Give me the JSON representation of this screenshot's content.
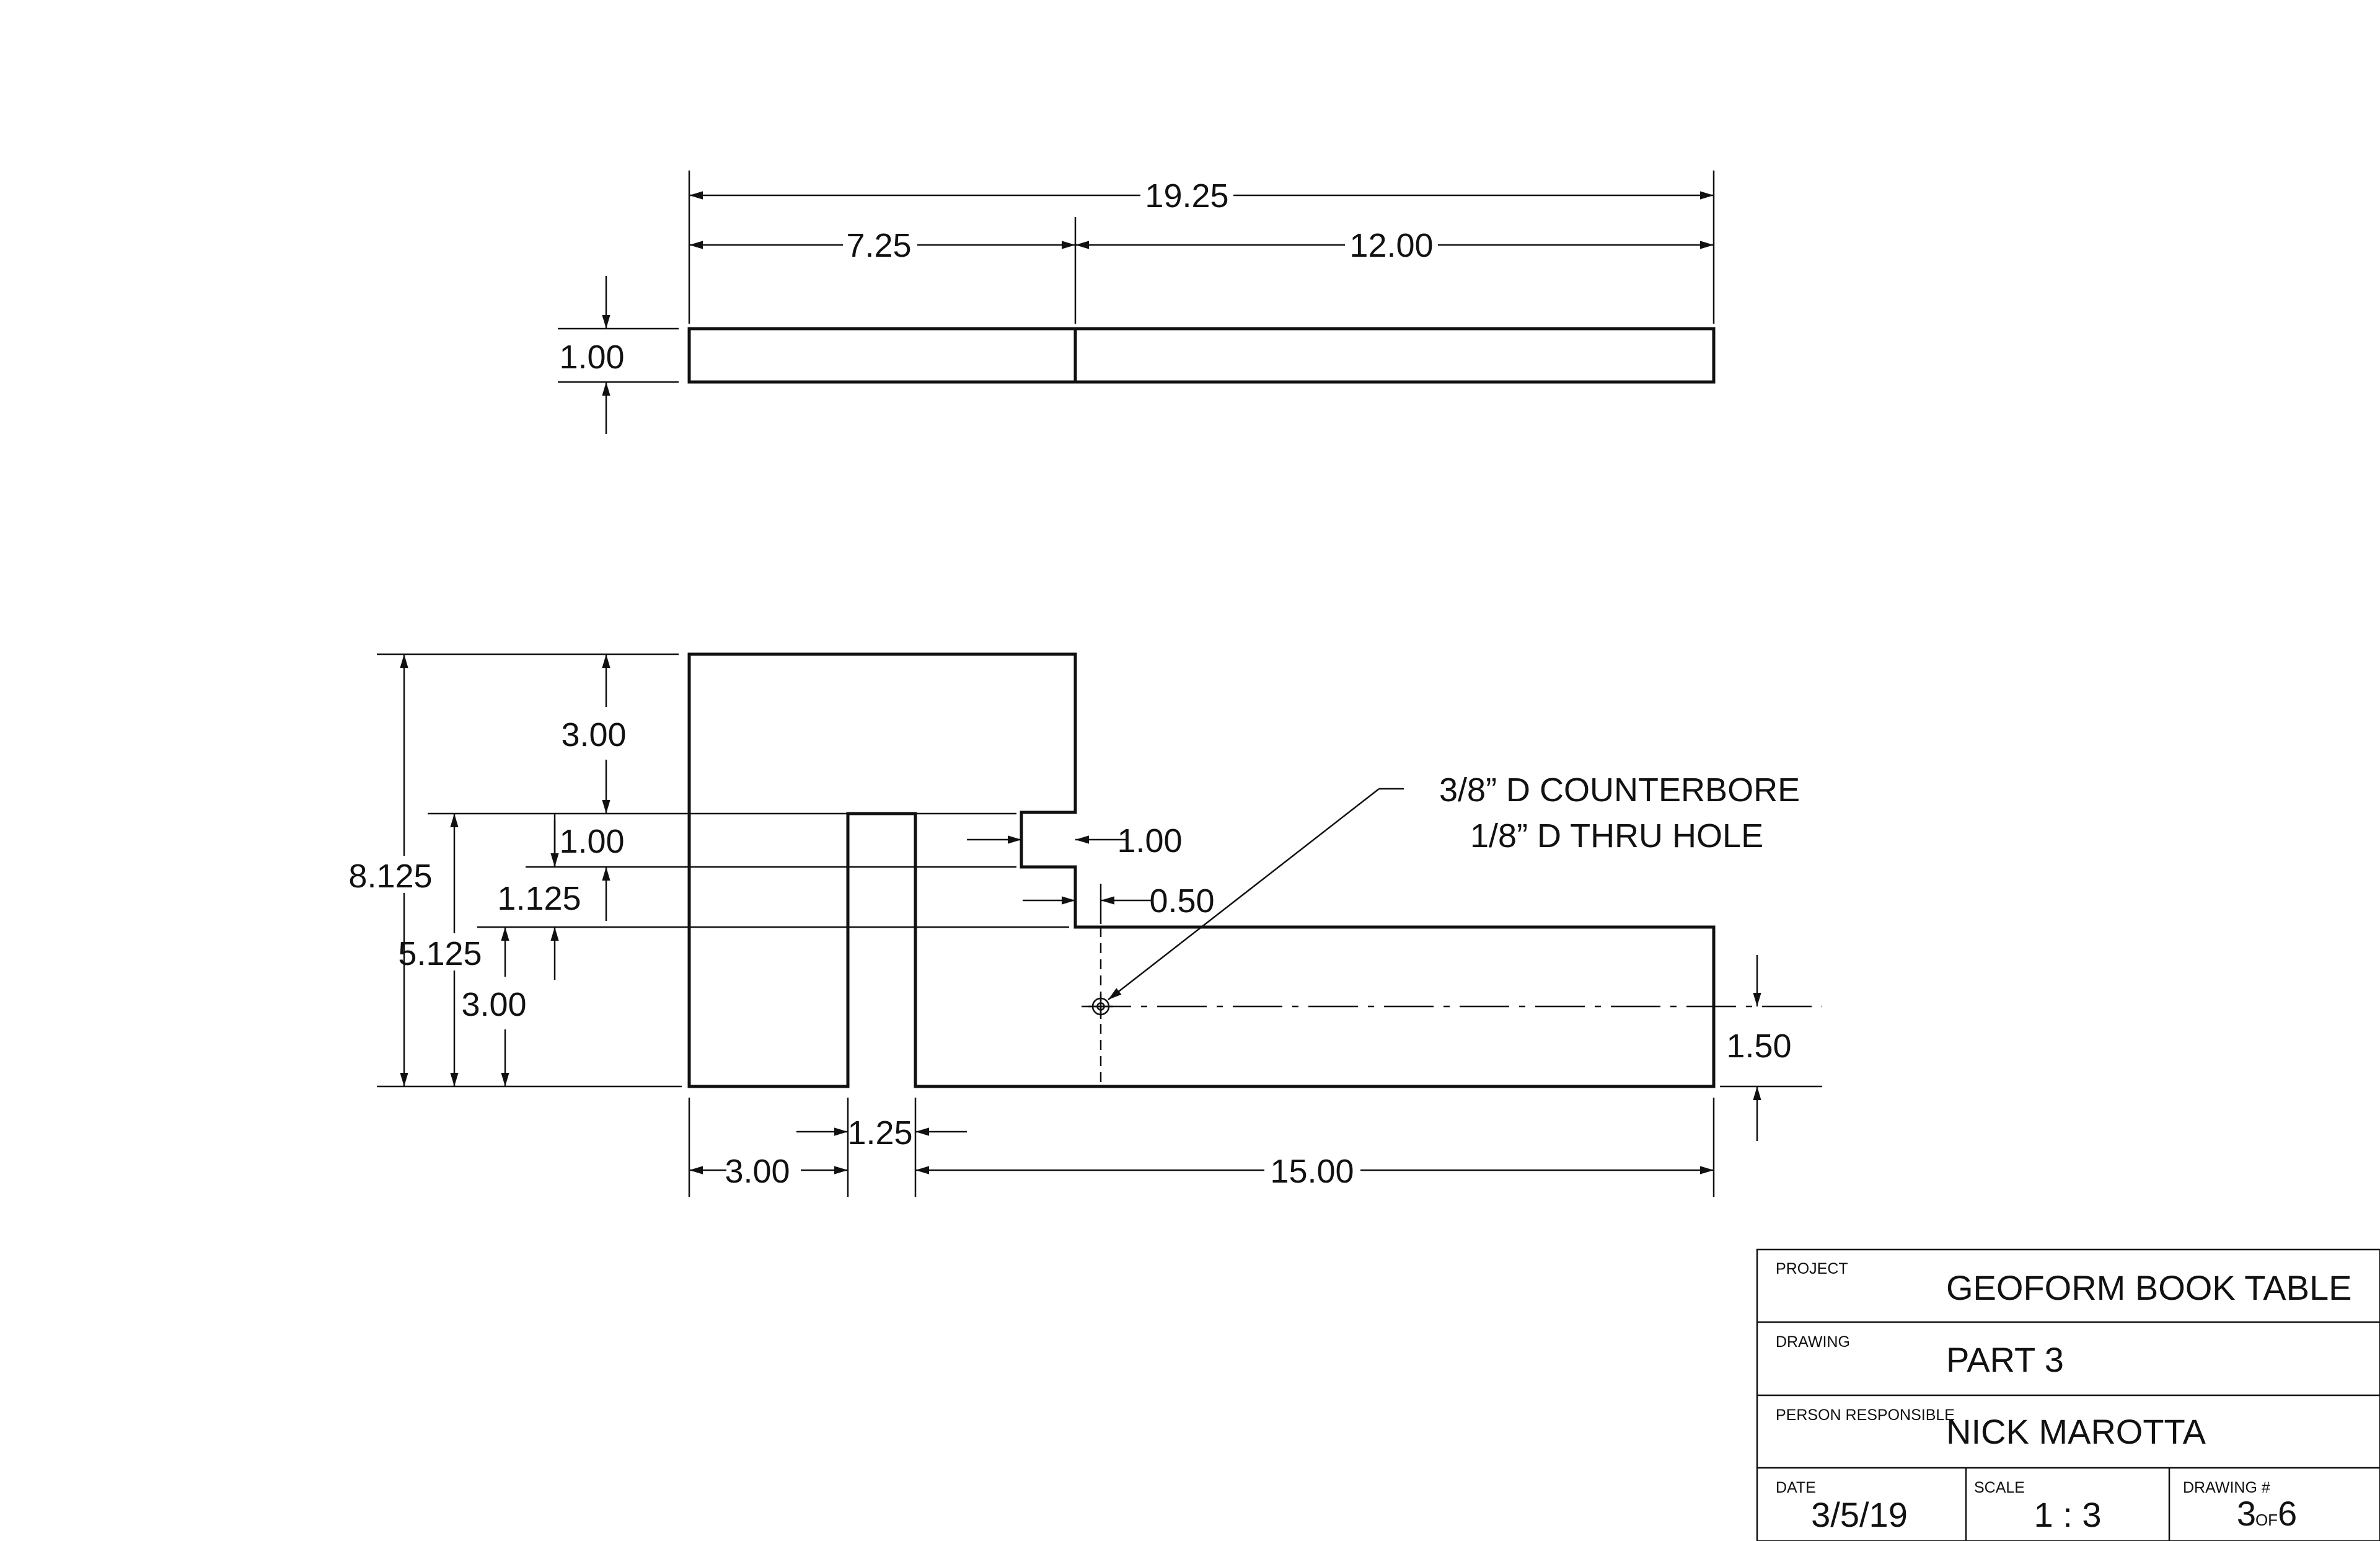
{
  "top_view": {
    "overall_length": "19.25",
    "left_segment": "7.25",
    "right_segment": "12.00",
    "thickness": "1.00"
  },
  "front_view": {
    "overall_height": "8.125",
    "upper_height": "3.00",
    "lower_height": "5.125",
    "leg_height": "3.00",
    "notch_depth_vertical": "1.00",
    "notch_to_ledge": "1.125",
    "notch_width": "1.00",
    "ledge_offset": "0.50",
    "hole_height": "1.50",
    "left_width": "3.00",
    "slot_width": "1.25",
    "ledge_length": "15.00"
  },
  "callout": {
    "line1": "3/8” D COUNTERBORE",
    "line2": "1/8” D THRU HOLE"
  },
  "title_block": {
    "project_label": "PROJECT",
    "project_value": "GEOFORM BOOK TABLE",
    "drawing_label": "DRAWING",
    "drawing_value": "PART 3",
    "person_label": "PERSON RESPONSIBLE",
    "person_value": "NICK MAROTTA",
    "date_label": "DATE",
    "date_value": "3/5/19",
    "scale_label": "SCALE",
    "scale_value": "1 : 3",
    "number_label": "DRAWING #",
    "number_value": "3",
    "number_of": "OF",
    "number_total": "6"
  }
}
